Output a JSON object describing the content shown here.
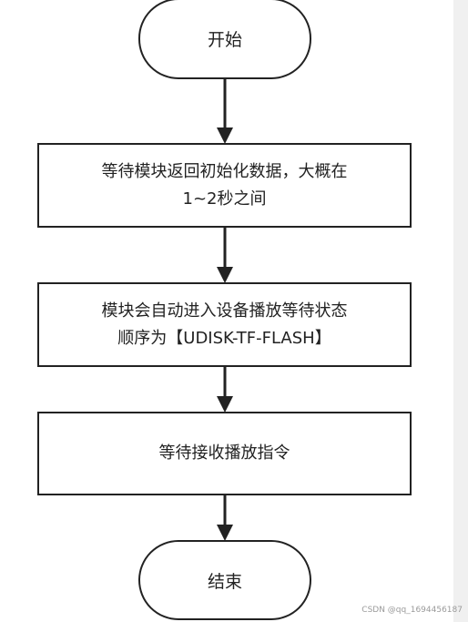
{
  "flowchart": {
    "start": "开始",
    "step1_line1": "等待模块返回初始化数据，大概在",
    "step1_line2": "1~2秒之间",
    "step2_line1": "模块会自动进入设备播放等待状态",
    "step2_line2": "顺序为【UDISK-TF-FLASH】",
    "step3": "等待接收播放指令",
    "end": "结束"
  },
  "watermark": "CSDN @qq_1694456187",
  "colors": {
    "stroke": "#222222",
    "fill": "#ffffff"
  }
}
